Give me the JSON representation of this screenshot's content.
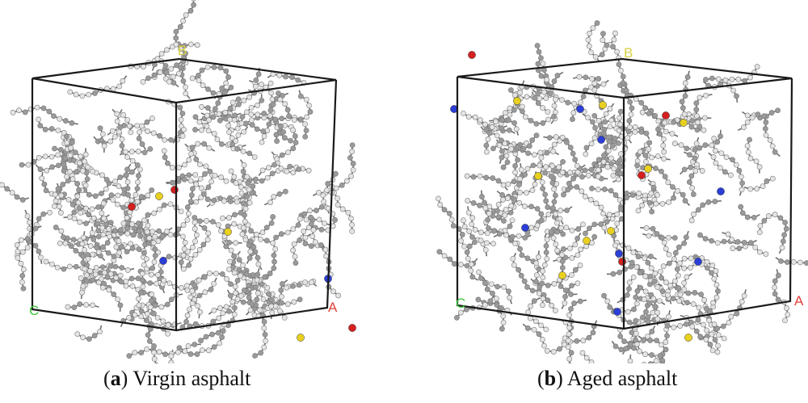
{
  "figure": {
    "panel_a": {
      "caption_open": "(",
      "caption_letter": "a",
      "caption_close": ")",
      "caption_text": " Virgin asphalt",
      "axis_labels": {
        "a": "A",
        "b": "B",
        "c": "C"
      }
    },
    "panel_b": {
      "caption_open": "(",
      "caption_letter": "b",
      "caption_close": ")",
      "caption_text": " Aged asphalt",
      "axis_labels": {
        "a": "A",
        "b": "B",
        "c": "C"
      }
    }
  },
  "colors": {
    "box": "#1a1a1a",
    "axis_a": "#e0403a",
    "axis_b": "#d8d040",
    "axis_c": "#3cc43c",
    "carbon": "#9a9a9a",
    "hydrogen": "#e4e4e4",
    "bond": "#6e6e6e",
    "nitrogen": "#2b3fd6",
    "oxygen": "#d42020",
    "sulfur": "#e8d020"
  },
  "icons": [
    "molecular-model",
    "simulation-cell-box"
  ]
}
